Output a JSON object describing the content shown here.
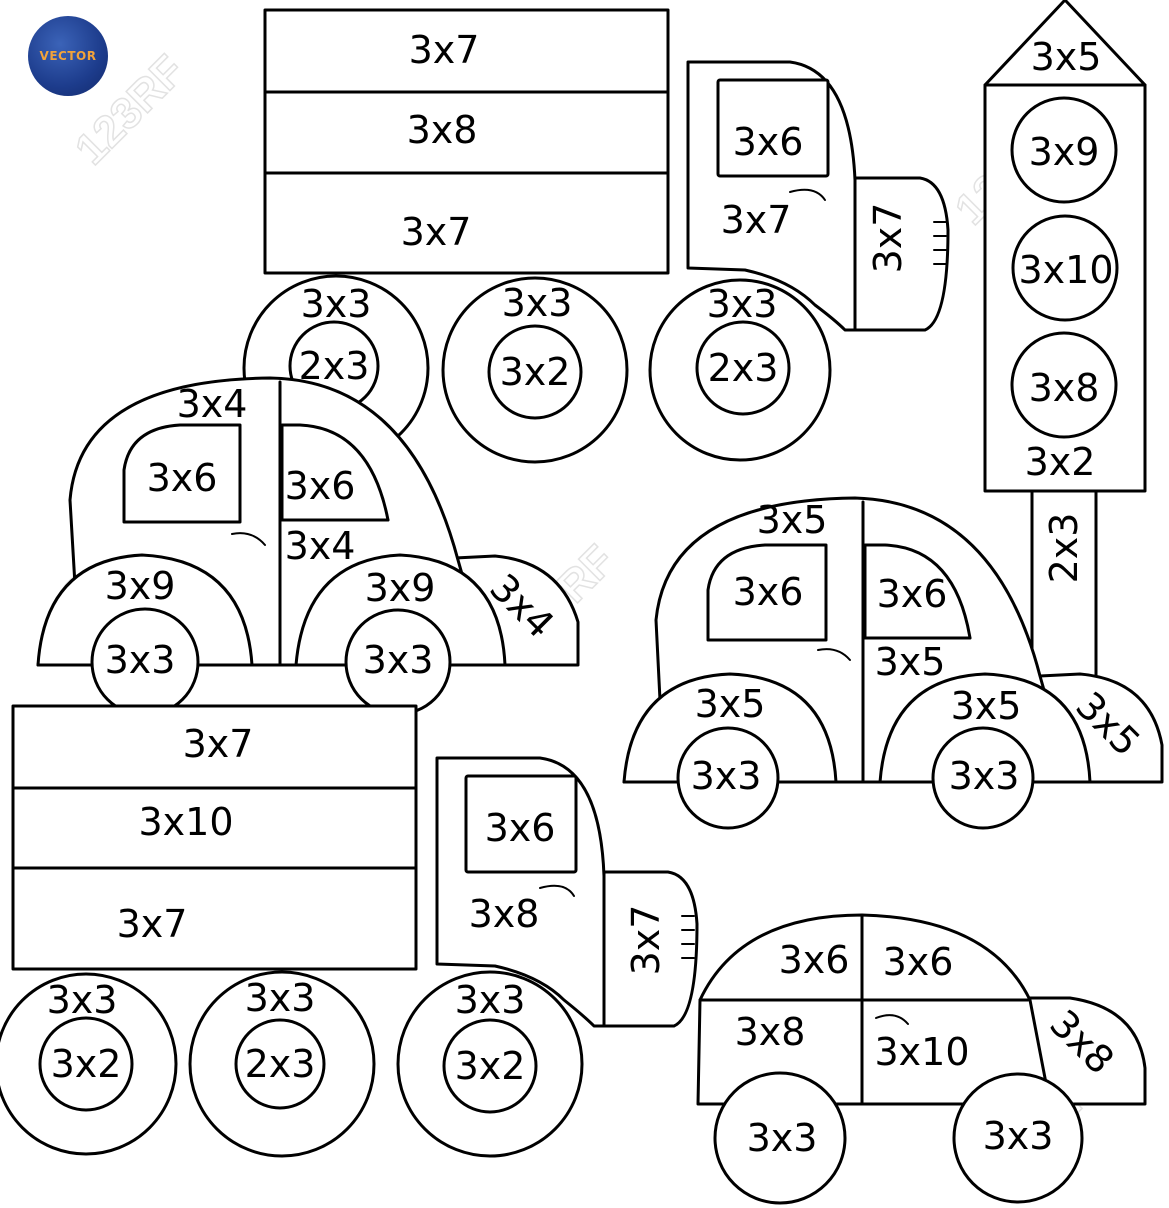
{
  "logo": {
    "text": "VECTOR",
    "color": "#f2a33a",
    "bg": "#1d3c8c"
  },
  "watermark": "123RF",
  "labels": {
    "truck1": [
      "3x7",
      "3x8",
      "3x7",
      "3x6",
      "3x7",
      "3x7",
      "3x3",
      "2x3",
      "3x3",
      "3x2",
      "3x3",
      "2x3"
    ],
    "car1": [
      "3x4",
      "3x6",
      "3x6",
      "3x4",
      "3x9",
      "3x9",
      "3x4",
      "3x3",
      "3x3"
    ],
    "rocket": [
      "3x5",
      "3x9",
      "3x10",
      "3x8",
      "3x2",
      "2x3"
    ],
    "car2": [
      "3x5",
      "3x6",
      "3x6",
      "3x5",
      "3x5",
      "3x5",
      "3x5",
      "3x3",
      "3x3"
    ],
    "truck2": [
      "3x7",
      "3x10",
      "3x7",
      "3x6",
      "3x8",
      "3x7",
      "3x3",
      "3x2",
      "3x3",
      "2x3",
      "3x3",
      "3x2"
    ],
    "car3": [
      "3x6",
      "3x6",
      "3x8",
      "3x10",
      "3x8",
      "3x3",
      "3x3"
    ]
  }
}
